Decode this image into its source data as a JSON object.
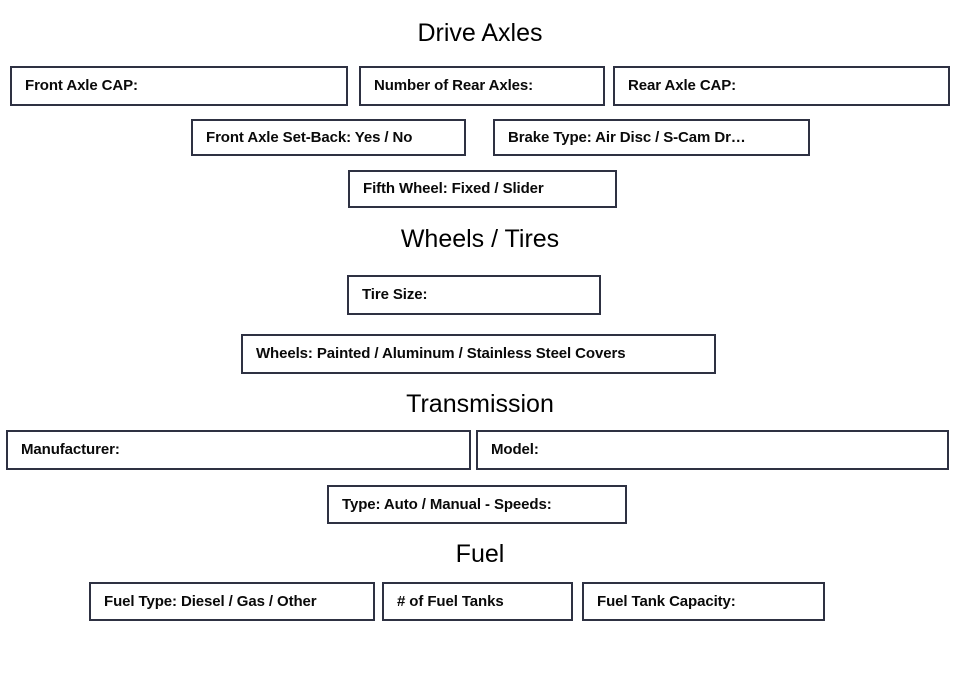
{
  "page": {
    "background_color": "#ffffff",
    "border_color": "#2e3142",
    "text_color": "#0a0a0a"
  },
  "sections": [
    {
      "id": "drive-axles",
      "title": "Drive Axles",
      "fields": [
        {
          "id": "front-axle-cap",
          "label": "Front Axle CAP:"
        },
        {
          "id": "number-of-rear-axles",
          "label": "Number of Rear Axles:"
        },
        {
          "id": "rear-axle-cap",
          "label": "Rear Axle CAP:"
        },
        {
          "id": "front-axle-set-back",
          "label": "Front Axle Set-Back: Yes / No"
        },
        {
          "id": "brake-type",
          "label": "Brake Type: Air Disc / S-Cam Dr…"
        },
        {
          "id": "fifth-wheel",
          "label": "Fifth Wheel: Fixed / Slider"
        }
      ]
    },
    {
      "id": "wheels-tires",
      "title": "Wheels / Tires",
      "fields": [
        {
          "id": "tire-size",
          "label": "Tire Size:"
        },
        {
          "id": "wheels",
          "label": "Wheels: Painted / Aluminum / Stainless Steel Covers"
        }
      ]
    },
    {
      "id": "transmission",
      "title": "Transmission",
      "fields": [
        {
          "id": "manufacturer",
          "label": "Manufacturer:"
        },
        {
          "id": "model",
          "label": "Model:"
        },
        {
          "id": "type-speeds",
          "label": "Type: Auto / Manual - Speeds:"
        }
      ]
    },
    {
      "id": "fuel",
      "title": "Fuel",
      "fields": [
        {
          "id": "fuel-type",
          "label": "Fuel Type: Diesel / Gas / Other"
        },
        {
          "id": "number-of-fuel-tanks",
          "label": "# of Fuel Tanks"
        },
        {
          "id": "fuel-tank-capacity",
          "label": "Fuel Tank Capacity:"
        }
      ]
    }
  ]
}
